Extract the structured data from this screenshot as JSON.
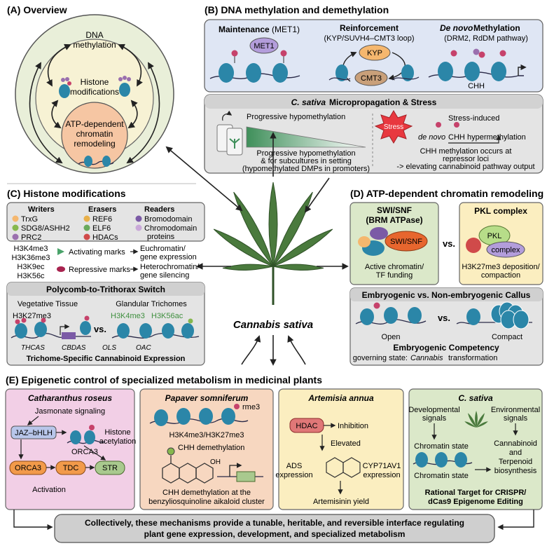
{
  "colors": {
    "nucleosome": "#2b86a8",
    "methyl": "#c6426b",
    "dna": "#2a2a48",
    "overview_outer": "#e9efd9",
    "overview_inner": "#f7f2d4",
    "remodel_core": "#f6c6a3",
    "panel_b_bg": "#dfe6f4",
    "panel_grey": "#e4e4e4",
    "leaf": "#4a7a3d",
    "catharanthus": "#f2cfe6",
    "papaver": "#f7d7c0",
    "artemisia": "#fbeec0",
    "csativa": "#dbe8c9",
    "stress": "#e8383f"
  },
  "panel_a": {
    "title": "(A) Overview",
    "dna1": "DNA",
    "dna2": "methylation",
    "hist1": "Histone",
    "hist2": "modifications",
    "atp1": "ATP-dependent",
    "atp2": "chromatin",
    "atp3": "remodeling"
  },
  "panel_b": {
    "title": "(B) DNA methylation and demethylation",
    "maint_title": "Maintenance",
    "maint_sub": "(MET1)",
    "met1": "MET1",
    "reinf_title": "Reinforcement",
    "reinf_sub": "(KYP/SUVH4–CMT3 loop)",
    "kyp": "KYP",
    "cmt3": "CMT3",
    "denovo_italic": "De novo",
    "denovo_rest": "Methylation",
    "denovo_sub": "(DRM2, RdDM pathway)",
    "chh": "CHH",
    "micro_italic": "C. sativa",
    "micro_rest": "Micropropagation & Stress",
    "prog_hypo": "Progressive hypomethylation",
    "prog_line1": "Progressive hypomethylation",
    "prog_line2": "& for subcultures in setting",
    "prog_line3": "(hypomethylated DMPs in promoters)",
    "stress": "Stress",
    "stress_induced": "Stress-induced",
    "denovo2_italic": "de novo",
    "chh2": "CHH",
    "hyper": "hypermethylation",
    "chh_line1": "CHH methylation occurs at",
    "chh_line2": "repressor loci",
    "chh_line3": "-> elevating cannabinoid pathway output"
  },
  "panel_c": {
    "title": "(C) Histone modifications",
    "writers": "Writers",
    "writers_items": [
      "TrxG",
      "SDG8/ASHH2",
      "PRC2"
    ],
    "erasers": "Erasers",
    "erasers_items": [
      "REF6",
      "ELF6",
      "HDACs"
    ],
    "readers": "Readers",
    "readers_items": [
      "Bromodomain",
      "Chromodomain",
      "proteins"
    ],
    "marks": [
      "H3K4me3",
      "H3K36me3",
      "H3K9ec",
      "H3K56c"
    ],
    "activating": "Activating marks",
    "repressive": "Repressive marks",
    "eu1": "Euchromatin/",
    "eu2": "gene expression",
    "het1": "Heterochromatin/",
    "het2": "gene silencing",
    "switch_title": "Polycomb-to-Trithorax Switch",
    "veg": "Vegetative Tissue",
    "gland": "Glandular Trichomes",
    "h3k27": "H3K27me3",
    "h3k4": "H3K4me3",
    "h3k56": "H3K56ac",
    "vs": "vs.",
    "genes": [
      "THCAS",
      "CBDAS",
      "OLS",
      "OAC"
    ],
    "trichome": "Trichome-Specific Cannabinoid Expression"
  },
  "center": {
    "label": "Cannabis sativa"
  },
  "panel_d": {
    "title": "(D) ATP-dependent chromatin remodeling",
    "swi_title1": "SWI/SNF",
    "swi_title2": "(BRM ATPase)",
    "swi_label": "SWI/SNF",
    "swi_cap1": "Active chromatin/",
    "swi_cap2": "TF funding",
    "vs": "vs.",
    "pkl_title": "PKL complex",
    "pkl": "PKL",
    "complex": "complex",
    "pkl_cap1": "H3K27me3 deposition/",
    "pkl_cap2": "compaction",
    "callus_title": "Embryogenic vs. Non-embryogenic Callus",
    "open": "Open",
    "compact": "Compact",
    "emb_comp": "Embryogenic Competency",
    "gov_plain": "governing state:",
    "gov_italic": "Cannabis",
    "gov_end": "transformation"
  },
  "panel_e": {
    "title": "(E) Epigenetic control of specialized metabolism in medicinal plants",
    "cath": {
      "title": "Catharanthus roseus",
      "jasmonate": "Jasmonate signaling",
      "jaz": "JAZ–bHLH",
      "hist1": "Histone",
      "hist2": "acetylation",
      "orca_small": "ORCA3",
      "orca": "ORCA3",
      "tdc": "TDC",
      "str": "STR",
      "activation": "Activation"
    },
    "papaver": {
      "title": "Papaver somniferum",
      "rme3": "rme3",
      "marks": "H3K4me3/H3K27me3",
      "chh_demeth": "CHH demethylation",
      "oh": "OH",
      "cap1": "CHH demethylation at the",
      "cap2": "benzyliosquinoline aikaloid cluster"
    },
    "artemisia": {
      "title": "Artemisia annua",
      "hdac": "HDAC",
      "inhibition": "Inhibition",
      "elevated": "Elevated",
      "ads1": "ADS",
      "ads2": "expression",
      "cyp1": "CYP71AV1",
      "cyp2": "expression",
      "yield": "Artemisinin yield"
    },
    "csativa": {
      "title": "C. sativa",
      "dev1": "Developmental",
      "dev2": "signals",
      "env1": "Environmental",
      "env2": "signals",
      "chrom1": "Chromatin state",
      "chrom2": "Chromatin state",
      "out1": "Cannabinoid",
      "out2": "and",
      "out3": "Terpenoid",
      "out4": "biosynthesis",
      "target1": "Rational Target for CRISPR/",
      "target2": "dCas9 Epigenome Editing"
    }
  },
  "footer": {
    "line1": "Collectively, these mechanisms provide a tunable, heritable, and reversible interface regulating",
    "line2": "plant gene expression, development, and specialized metabolism"
  }
}
